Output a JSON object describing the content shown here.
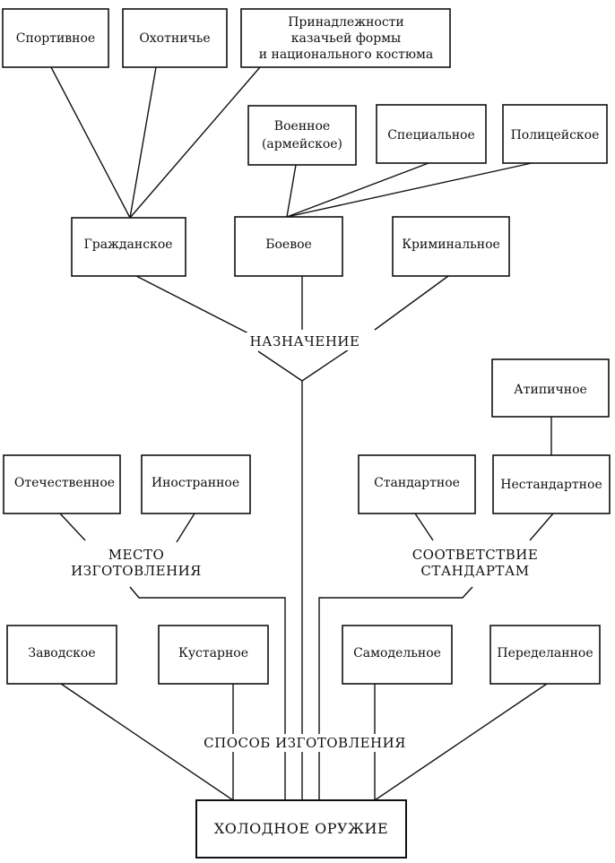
{
  "nodes": {
    "sportivnoe": "Спортивное",
    "okhotniche": "Охотничье",
    "prinadlezhnosti": [
      "Принадлежности",
      "казачьей формы",
      "и национального костюма"
    ],
    "voennoe": [
      "Военное",
      "(армейское)"
    ],
    "specialnoe": "Специальное",
    "policeiskoe": "Полицейское",
    "grazhdanskoe": "Гражданское",
    "boevoe": "Боевое",
    "kriminalnoe": "Криминальное",
    "atipichnoe": "Атипичное",
    "otechestvennoe": "Отечественное",
    "inostrannoe": "Иностранное",
    "standartnoe": "Стандартное",
    "nestandartnoe": "Нестандартное",
    "zavodskoe": "Заводское",
    "kustarnoe": "Кустарное",
    "samodelnoe": "Самодельное",
    "peredelannoe": "Переделанное",
    "root": "ХОЛОДНОЕ ОРУЖИЕ"
  },
  "labels": {
    "naznachenie": "НАЗНАЧЕНИЕ",
    "mesto": [
      "МЕСТО",
      "ИЗГОТОВЛЕНИЯ"
    ],
    "sootvetstvie": [
      "СООТВЕТСТВИЕ",
      "СТАНДАРТАМ"
    ],
    "sposob": "СПОСОБ ИЗГОТОВЛЕНИЯ"
  }
}
